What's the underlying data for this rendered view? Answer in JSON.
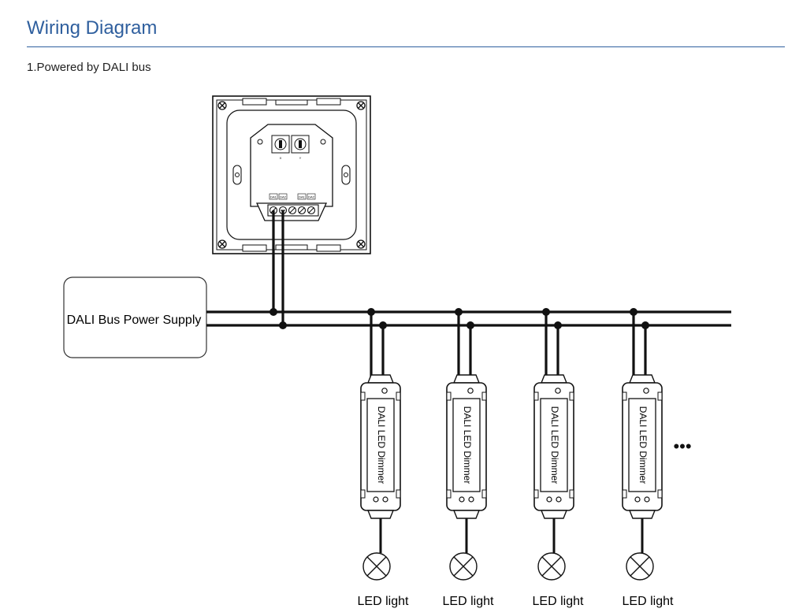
{
  "header": {
    "title": "Wiring Diagram",
    "subtitle": "1.Powered by DALI bus"
  },
  "diagram": {
    "power_supply_label": "DALI Bus Power Supply",
    "dimmer_label": "DALI LED Dimmer",
    "light_label": "LED light",
    "more_indicator": "•••",
    "panel": {
      "dial_x_label": "X",
      "dial_y_label": "Y",
      "terminal_labels": [
        "DA1",
        "DA2",
        "DA1",
        "DA2"
      ]
    },
    "dimmer_count": 4,
    "colors": {
      "title": "#2f5f9e",
      "wire": "#111111"
    }
  }
}
